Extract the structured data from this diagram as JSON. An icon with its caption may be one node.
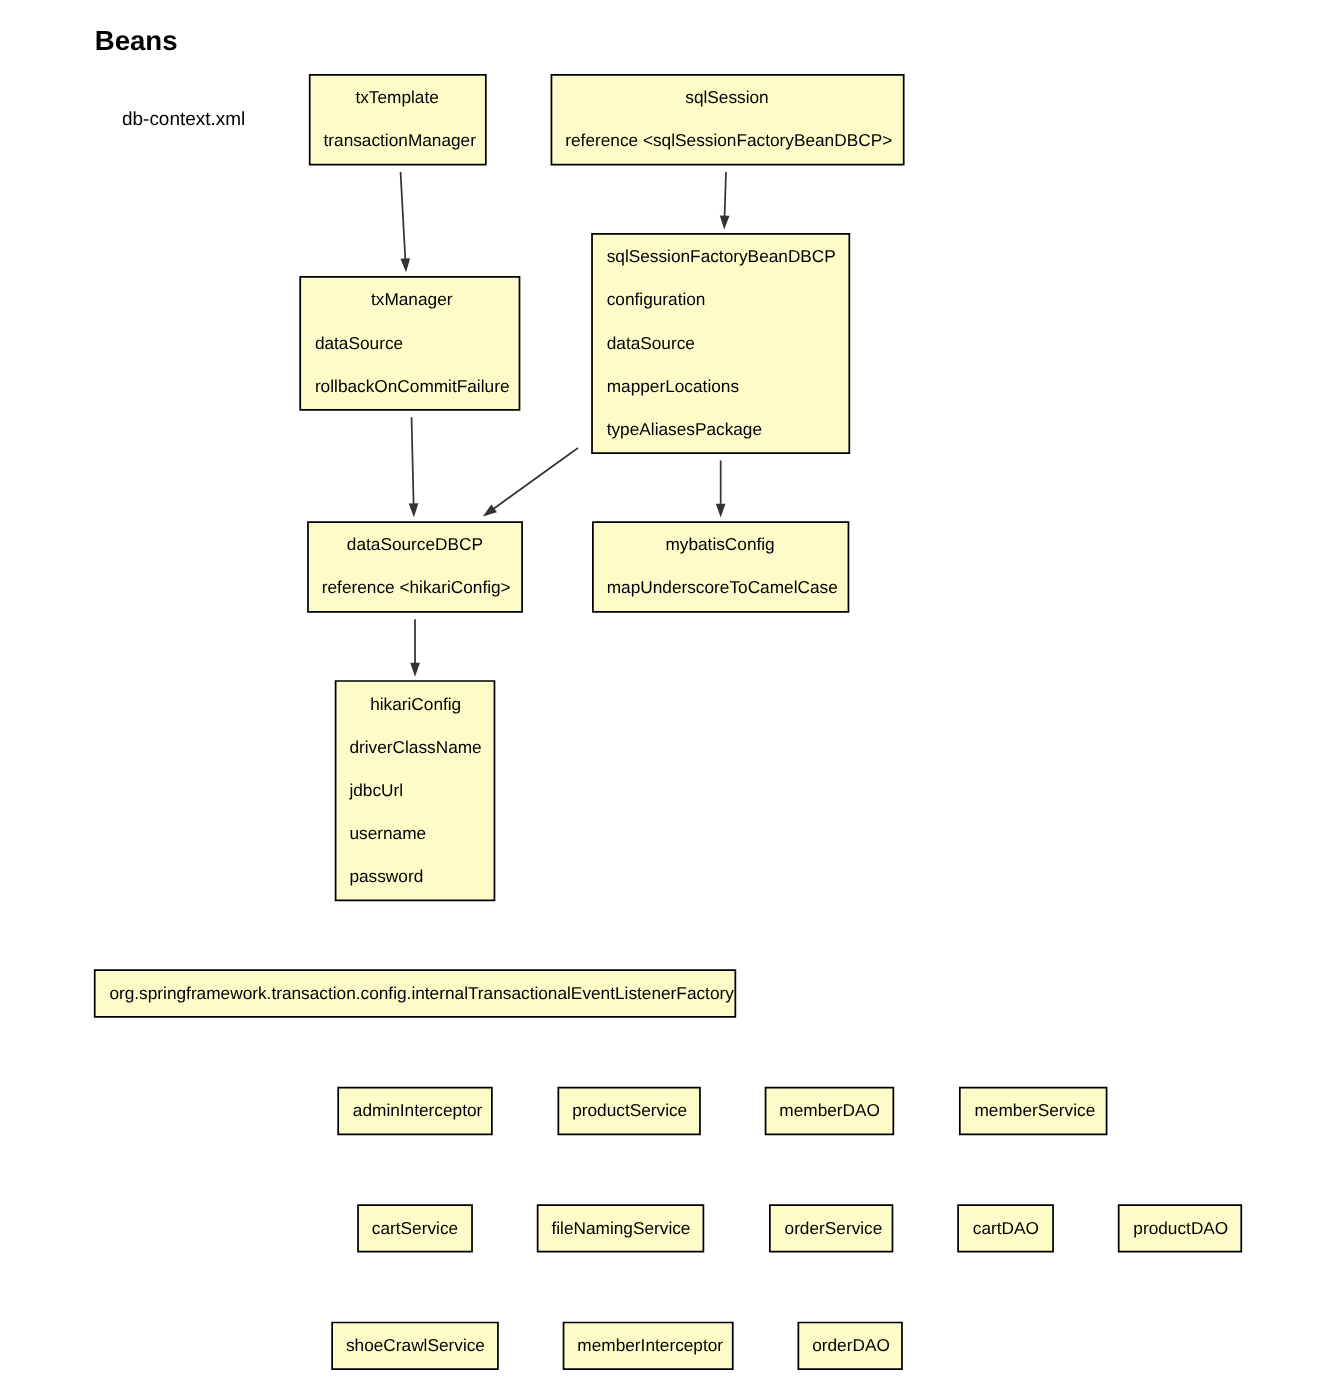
{
  "diagram": {
    "title": "Beans",
    "nodes": [
      {
        "text": [
          "txTemplate",
          "transactionManager"
        ]
      },
      {
        "text": [
          "sqlSession",
          "reference <sqlSessionFactoryBeanDBCP>"
        ]
      },
      {
        "text": [
          "txManager",
          "dataSource",
          "rollbackOnCommitFailure"
        ]
      },
      {
        "text": [
          "sqlSessionFactoryBeanDBCP",
          "configuration",
          "dataSource",
          "mapperLocations",
          "typeAliasesPackage"
        ]
      },
      {
        "text": [
          "dataSourceDBCP",
          "reference <hikariConfig>"
        ]
      },
      {
        "text": [
          "mybatisConfig",
          "mapUnderscoreToCamelCase"
        ]
      },
      {
        "text": [
          "hikariConfig",
          "driverClassName",
          "jdbcUrl",
          "username",
          "password"
        ]
      },
      {
        "text": [
          "org.springframework.transaction.config.internalTransactionalEventListenerFactory"
        ]
      },
      {
        "text": [
          "adminInterceptor"
        ]
      },
      {
        "text": [
          "productService"
        ]
      },
      {
        "text": [
          "memberDAO"
        ]
      },
      {
        "text": [
          "memberService"
        ]
      },
      {
        "text": [
          "cartService"
        ]
      },
      {
        "text": [
          "fileNamingService"
        ]
      },
      {
        "text": [
          "orderService"
        ]
      },
      {
        "text": [
          "cartDAO"
        ]
      },
      {
        "text": [
          "productDAO"
        ]
      },
      {
        "text": [
          "shoeCrawlService"
        ]
      },
      {
        "text": [
          "memberInterceptor"
        ]
      },
      {
        "text": [
          "orderDAO"
        ]
      }
    ],
    "edges": [
      {
        "from": 0,
        "to": 2,
        "arrow": "to"
      },
      {
        "from": 1,
        "to": 3,
        "arrow": "to"
      },
      {
        "from": 2,
        "to": 4,
        "arrow": "to"
      },
      {
        "from": 3,
        "to": 4,
        "arrow": "to"
      },
      {
        "from": 3,
        "to": 5,
        "arrow": "to"
      },
      {
        "from": 4,
        "to": 6,
        "arrow": "to"
      }
    ],
    "labels": [
      "db-context.xml"
    ]
  }
}
